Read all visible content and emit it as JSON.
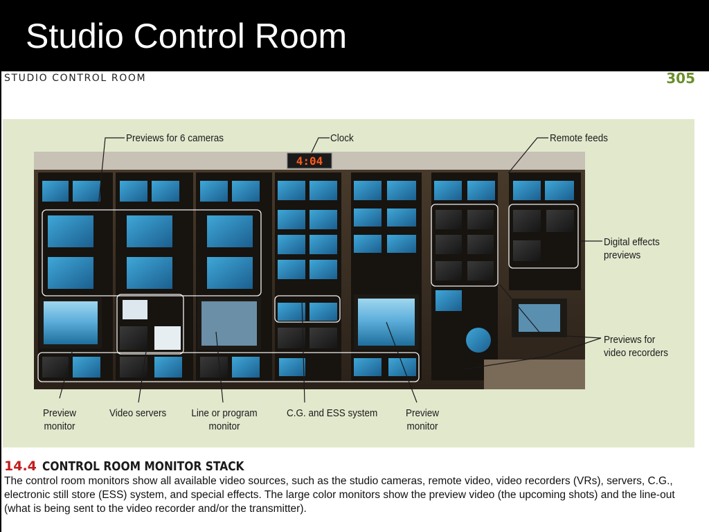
{
  "slide": {
    "title": "Studio Control Room"
  },
  "page": {
    "running_head": "STUDIO CONTROL ROOM",
    "page_number": "305"
  },
  "figure": {
    "clock_display": "4:04",
    "callouts": {
      "previews_cameras": "Previews for 6 cameras",
      "clock": "Clock",
      "remote_feeds": "Remote feeds",
      "digital_effects_line1": "Digital effects",
      "digital_effects_line2": "previews",
      "video_recorders_line1": "Previews for",
      "video_recorders_line2": "video recorders",
      "preview_left_line1": "Preview",
      "preview_left_line2": "monitor",
      "video_servers": "Video servers",
      "line_program_line1": "Line or program",
      "line_program_line2": "monitor",
      "cg_ess": "C.G. and ESS system",
      "preview_right_line1": "Preview",
      "preview_right_line2": "monitor"
    },
    "number": "14.4",
    "title": "CONTROL ROOM MONITOR STACK",
    "caption": "The control room monitors show all available video sources, such as the studio cameras, remote video, video recorders (VRs), servers, C.G., electronic still store (ESS) system, and special effects. The large color monitors show the preview video (the upcoming shots) and the line-out (what is being sent to the video recorder and/or the transmitter)."
  },
  "colors": {
    "panel": "#e2e8cc",
    "page_number": "#6a8f2a",
    "figure_number": "#c21d1d",
    "title_bar": "#000000"
  }
}
